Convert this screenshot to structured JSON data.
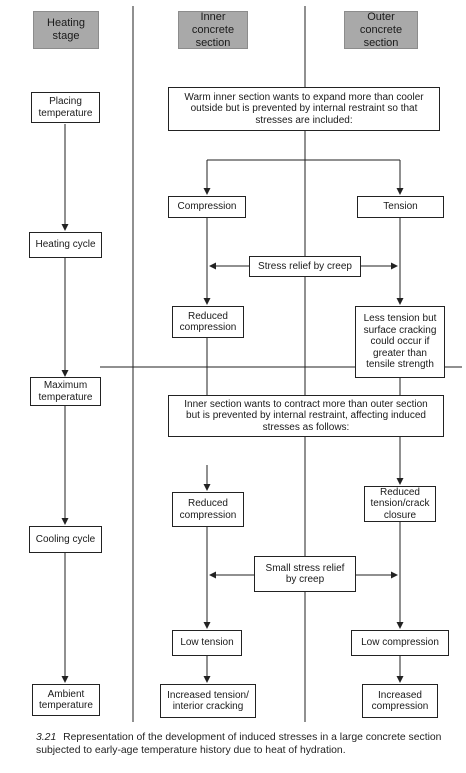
{
  "headers": {
    "stage": "Heating\nstage",
    "inner": "Inner concrete\nsection",
    "outer": "Outer concrete\nsection"
  },
  "stages": {
    "placing": "Placing\ntemperature",
    "heating": "Heating cycle",
    "maximum": "Maximum\ntemperature",
    "cooling": "Cooling cycle",
    "ambient": "Ambient\ntemperature"
  },
  "boxes": {
    "warm_inner": "Warm inner section wants to expand more than cooler\noutside but is prevented by internal restraint so that\nstresses are included:",
    "compression": "Compression",
    "tension": "Tension",
    "stress_relief": "Stress relief by creep",
    "reduced_compression_1": "Reduced\ncompression",
    "less_tension": "Less tension but\nsurface cracking\ncould occur if\ngreater than\ntensile strength",
    "inner_contract": "Inner section wants to contract more than outer section\nbut is prevented by internal restraint, affecting induced\nstresses as follows:",
    "reduced_compression_2": "Reduced\ncompression",
    "reduced_tension": "Reduced\ntension/crack\nclosure",
    "small_relief": "Small stress relief\nby creep",
    "low_tension": "Low tension",
    "low_compression": "Low compression",
    "increased_tension": "Increased tension/\ninterior cracking",
    "increased_compression": "Increased\ncompression"
  },
  "caption": {
    "number": "3.21",
    "text": "Representation of the development of induced stresses in a large concrete section subjected to early-age temperature history due to heat of hydration."
  }
}
